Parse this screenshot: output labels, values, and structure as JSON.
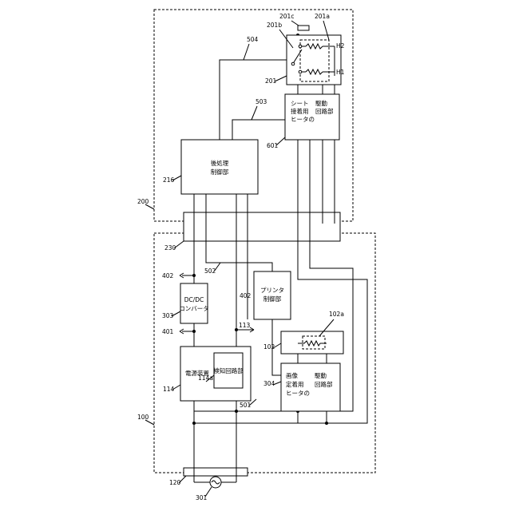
{
  "refs": {
    "r200": "200",
    "r100": "100",
    "r230": "230",
    "r120": "120",
    "r301": "301",
    "r216": "216",
    "r201": "201",
    "r201a": "201a",
    "r201b": "201b",
    "r201c": "201c",
    "r504": "504",
    "r503": "503",
    "r601": "601",
    "r502": "502",
    "r501": "501",
    "r402a": "402",
    "r402b": "402",
    "r401": "401",
    "r303": "303",
    "r113": "113",
    "r114": "114",
    "r114a": "114a",
    "r102": "102",
    "r102a": "102a",
    "r304": "304",
    "H1": "H1",
    "H2": "H2"
  },
  "blocks": {
    "post_ctrl": [
      "後処理",
      "制御部"
    ],
    "sheet_driver": [
      "シート",
      "接着用",
      "ヒータの",
      "駆動",
      "回路部"
    ],
    "dcdc": [
      "DC/DC",
      "コンバータ"
    ],
    "printer_ctrl": [
      "プリンタ",
      "制御部"
    ],
    "power_supply": "電源装置",
    "detect_circuit": "検知回路部",
    "fix_driver": [
      "画像",
      "定着用",
      "ヒータの",
      "駆動",
      "回路部"
    ]
  }
}
